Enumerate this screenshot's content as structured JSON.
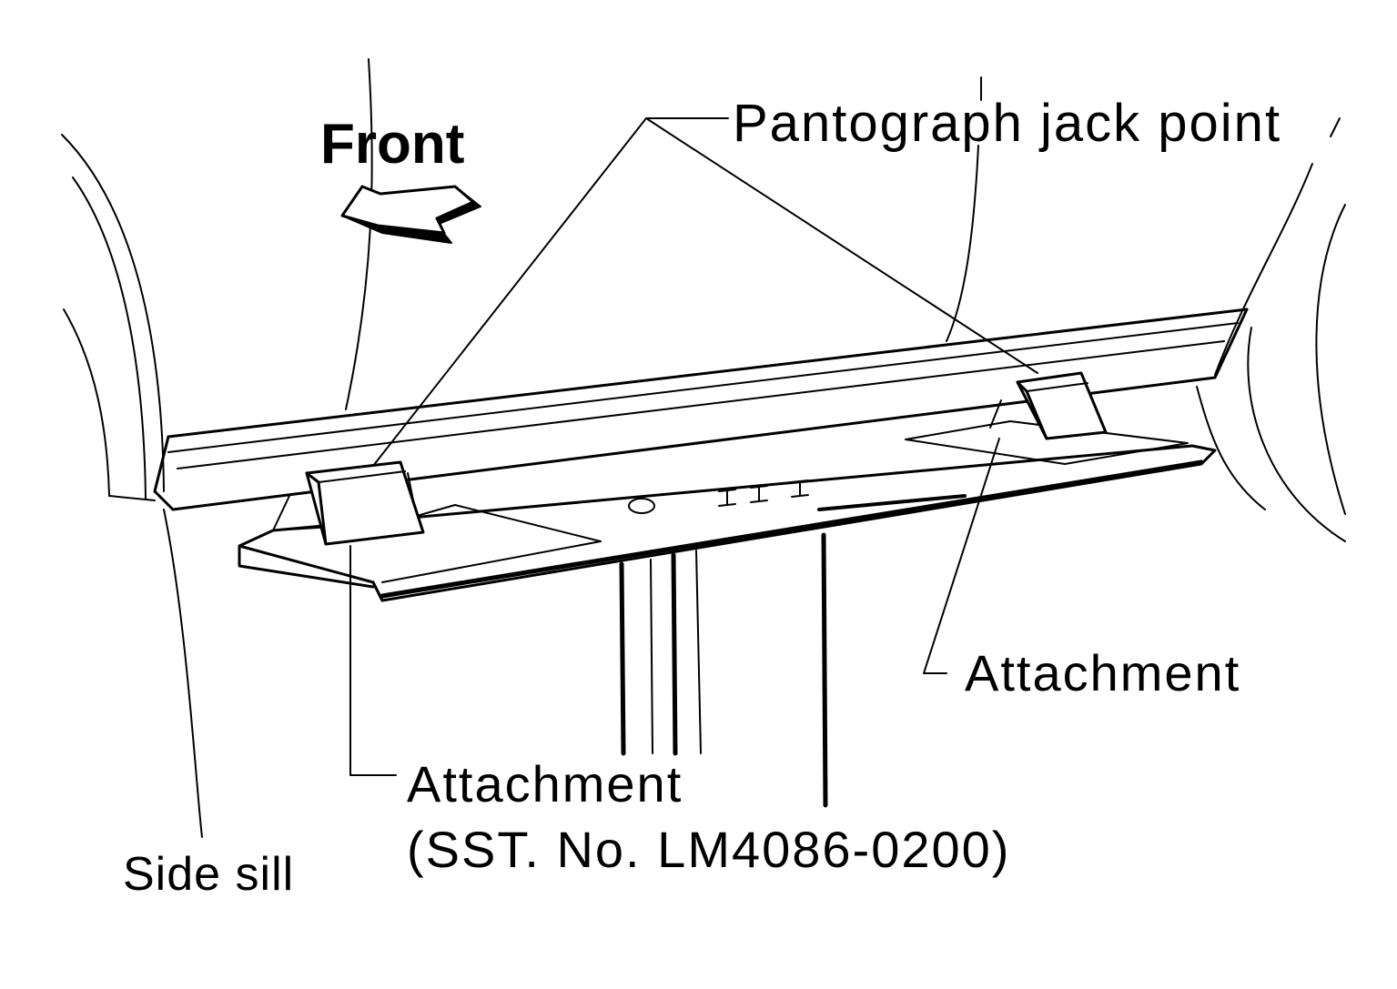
{
  "labels": {
    "front": "Front",
    "pantograph_jack_point": "Pantograph jack point",
    "attachment_right": "Attachment",
    "attachment_center": "Attachment",
    "sst_number": "(SST. No. LM4086-0200)",
    "side_sill": "Side sill"
  },
  "colors": {
    "ink": "#000000",
    "paper": "#ffffff"
  }
}
